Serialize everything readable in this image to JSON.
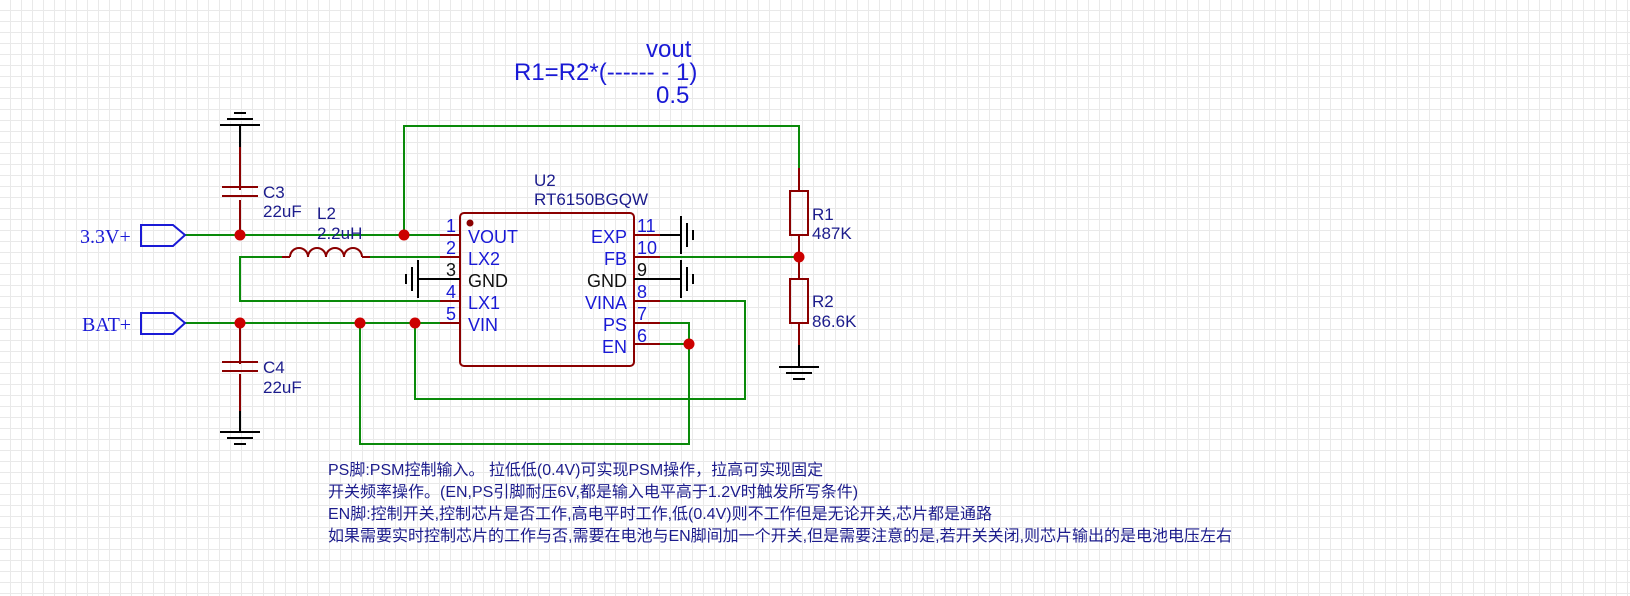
{
  "formula": {
    "numerator": "vout",
    "main": "R1=R2*(------ - 1)",
    "denominator": "0.5"
  },
  "ports": {
    "vout_port": "3.3V+",
    "bat_port": "BAT+"
  },
  "components": {
    "c3": {
      "ref": "C3",
      "value": "22uF"
    },
    "c4": {
      "ref": "C4",
      "value": "22uF"
    },
    "l2": {
      "ref": "L2",
      "value": "2.2uH"
    },
    "r1": {
      "ref": "R1",
      "value": "487K"
    },
    "r2": {
      "ref": "R2",
      "value": "86.6K"
    },
    "u2": {
      "ref": "U2",
      "part": "RT6150BGQW",
      "left_pins": [
        {
          "num": "1",
          "name": "VOUT"
        },
        {
          "num": "2",
          "name": "LX2"
        },
        {
          "num": "3",
          "name": "GND"
        },
        {
          "num": "4",
          "name": "LX1"
        },
        {
          "num": "5",
          "name": "VIN"
        }
      ],
      "right_pins": [
        {
          "num": "11",
          "name": "EXP"
        },
        {
          "num": "10",
          "name": "FB"
        },
        {
          "num": "9",
          "name": "GND"
        },
        {
          "num": "8",
          "name": "VINA"
        },
        {
          "num": "7",
          "name": "PS"
        },
        {
          "num": "6",
          "name": "EN"
        }
      ]
    }
  },
  "notes": [
    "PS脚:PSM控制输入。 拉低低(0.4V)可实现PSM操作，拉高可实现固定",
    "开关频率操作。(EN,PS引脚耐压6V,都是输入电平高于1.2V时触发所写条件)",
    "EN脚:控制开关,控制芯片是否工作,高电平时工作,低(0.4V)则不工作但是无论开关,芯片都是通路",
    "如果需要实时控制芯片的工作与否,需要在电池与EN脚间加一个开关,但是需要注意的是,若开关关闭,则芯片输出的是电池电压左右"
  ],
  "colors": {
    "wire": "#0a8a0a",
    "component": "#8b0000",
    "junction": "#cc0000",
    "text_blue": "#1a1ad6",
    "ground": "#000000"
  }
}
